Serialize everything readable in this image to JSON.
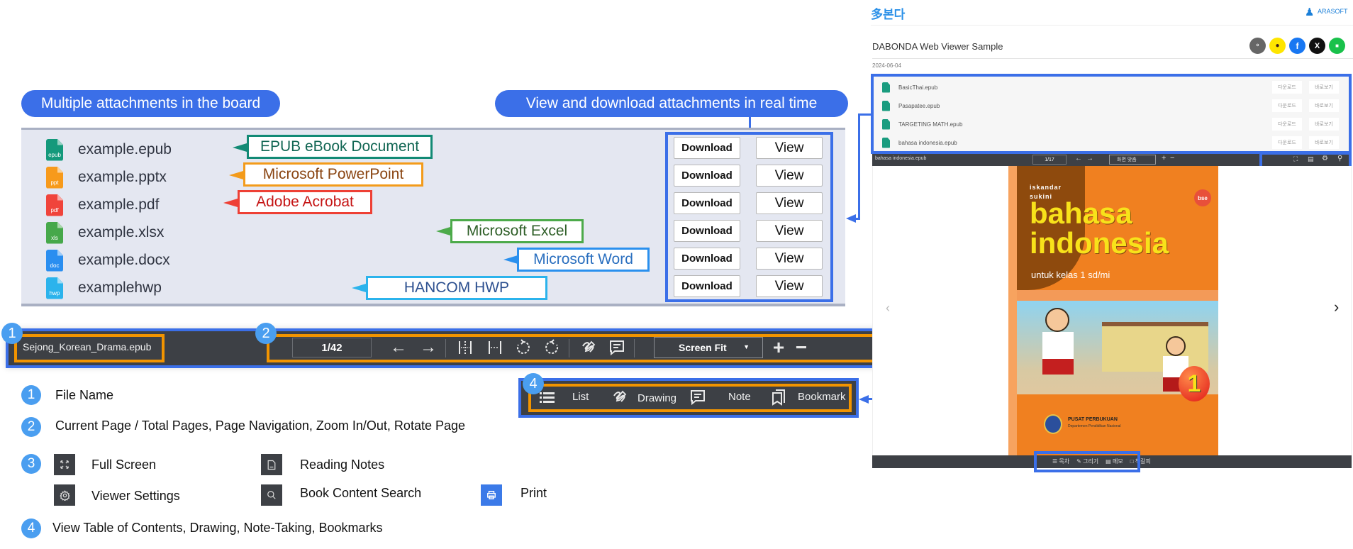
{
  "left": {
    "pill_title": "Multiple attachments in the board",
    "files": [
      {
        "name": "example.epub",
        "ext": "epub",
        "color": "#14997b"
      },
      {
        "name": "example.pptx",
        "ext": "ppt",
        "color": "#f79a1b"
      },
      {
        "name": "example.pdf",
        "ext": "pdf",
        "color": "#f0443b"
      },
      {
        "name": "example.xlsx",
        "ext": "xls",
        "color": "#46a84a"
      },
      {
        "name": "example.docx",
        "ext": "doc",
        "color": "#2a8ef0"
      },
      {
        "name": "examplehwp",
        "ext": "hwp",
        "color": "#2bb3ec"
      }
    ],
    "tags": [
      {
        "label": "EPUB eBook Document",
        "color": "#128a75",
        "text_color": "#116653"
      },
      {
        "label": "Microsoft PowerPoint",
        "color": "#f39b1b",
        "text_color": "#8a4512"
      },
      {
        "label": "Adobe Acrobat",
        "color": "#ee4035",
        "text_color": "#c51414"
      },
      {
        "label": "Microsoft Excel",
        "color": "#4caa4a",
        "text_color": "#2e5e27"
      },
      {
        "label": "Microsoft Word",
        "color": "#2a90ee",
        "text_color": "#2a6fbf"
      },
      {
        "label": "HANCOM HWP",
        "color": "#2bb3ec",
        "text_color": "#2b4f8f"
      }
    ]
  },
  "actions": {
    "pill_title": "View and download attachments in real time",
    "download_label": "Download",
    "view_label": "View",
    "rows": 6
  },
  "toolbar": {
    "file_name": "Sejong_Korean_Drama.epub",
    "page_indicator": "1/42",
    "zoom_select": "Screen Fit",
    "badges": [
      "1",
      "2",
      "3",
      "4"
    ]
  },
  "subbar": {
    "items": [
      "List",
      "Drawing",
      "Note",
      "Bookmark"
    ]
  },
  "legend": {
    "item1": "File Name",
    "item2": "Current Page / Total Pages, Page Navigation, Zoom In/Out, Rotate Page",
    "full_screen": "Full Screen",
    "reading_notes": "Reading Notes",
    "viewer_settings": "Viewer Settings",
    "book_search": "Book Content Search",
    "print": "Print",
    "item4": "View Table of Contents, Drawing, Note-Taking, Bookmarks"
  },
  "viewer": {
    "site_logo": "多본다",
    "brand": "ARASOFT",
    "post_title": "DABONDA Web Viewer Sample",
    "post_date": "2024-06-04",
    "share_colors": [
      "#666666",
      "#fee500",
      "#1877f2",
      "#111111",
      "#19c14b"
    ],
    "attachments": [
      "BasicThai.epub",
      "Pasapatee.epub",
      "TARGETING MATH.epub",
      "bahasa indonesia.epub"
    ],
    "download_label": "다운로드",
    "view_label": "바로보기",
    "toolbar_file": "bahasa indonesia.epub",
    "toolbar_page": "1/17",
    "toolbar_zoom": "화면 맞춤",
    "cover": {
      "authors": [
        "iskandar",
        "sukini"
      ],
      "title_line1": "bahasa",
      "title_line2": "indonesia",
      "subtitle": "untuk kelas 1 sd/mi",
      "badge": "bse",
      "grade": "1",
      "publisher": "PUSAT PERBUKUAN",
      "publisher_sub": "Departemen Pendidikan Nasional"
    },
    "bottom_items": [
      "목차",
      "그리기",
      "메모",
      "책갈피"
    ]
  }
}
